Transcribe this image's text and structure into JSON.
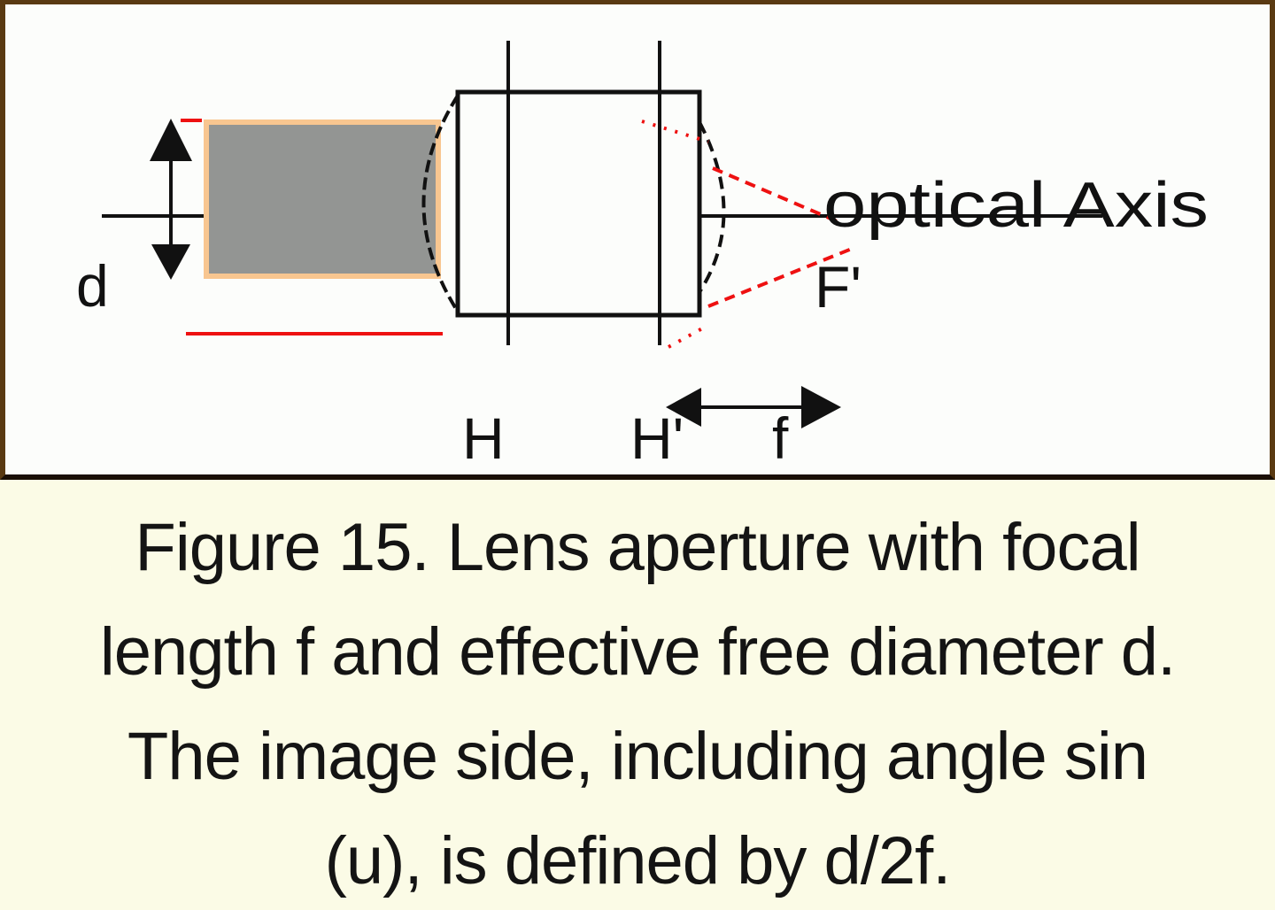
{
  "figure": {
    "number": "Figure 15",
    "caption_lines": [
      "Figure 15. Lens aperture with focal",
      "length f and effective free diameter d.",
      "The image side, including angle sin",
      "(u), is defined by d/2f."
    ]
  },
  "diagram": {
    "labels": {
      "diameter": "d",
      "optical_axis": "optical Axis",
      "focal_point": "F'",
      "principal_plane_front": "H",
      "principal_plane_back": "H'",
      "focal_length": "f"
    },
    "colors": {
      "panel_background": "#fcfdfb",
      "panel_border": "#5a3a12",
      "caption_background": "#fbfbe6",
      "aperture_fill": "#939593",
      "aperture_outline": "#f8c690",
      "ray_color": "#ee1111",
      "line_color": "#111111"
    }
  }
}
